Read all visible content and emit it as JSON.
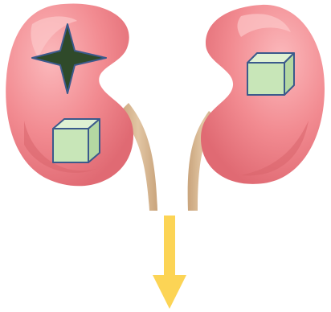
{
  "illustration": {
    "subject": "pair-of-kidneys-with-ureters",
    "palette": {
      "kidney": "#ef7f86",
      "kidney_light": "#f7a8ac",
      "kidney_shadow": "#d9646c",
      "ureter": "#d8b894",
      "star": "#2f4a2a",
      "cube_face": "#c8e6b8",
      "cube_edge": "#3b5a8c",
      "arrow": "#fcd455"
    },
    "markers": {
      "star_count": 1,
      "cube_count": 2
    }
  }
}
